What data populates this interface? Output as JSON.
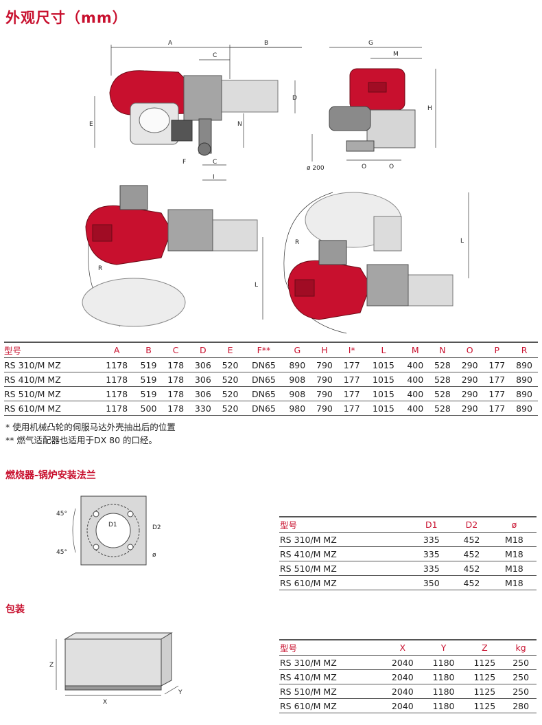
{
  "title": "外观尺寸（mm）",
  "drawing_labels": {
    "side": [
      "A",
      "B",
      "C",
      "D",
      "E",
      "N",
      "F",
      "C",
      "I"
    ],
    "front": [
      "G",
      "M",
      "H",
      "ø 200",
      "O",
      "O"
    ],
    "top": [
      "R",
      "L",
      "R",
      "L"
    ]
  },
  "dimensions_table": {
    "headers": [
      "型号",
      "A",
      "B",
      "C",
      "D",
      "E",
      "F**",
      "G",
      "H",
      "I*",
      "L",
      "M",
      "N",
      "O",
      "P",
      "R"
    ],
    "rows": [
      [
        "RS 310/M MZ",
        "1178",
        "519",
        "178",
        "306",
        "520",
        "DN65",
        "890",
        "790",
        "177",
        "1015",
        "400",
        "528",
        "290",
        "177",
        "890"
      ],
      [
        "RS 410/M MZ",
        "1178",
        "519",
        "178",
        "306",
        "520",
        "DN65",
        "908",
        "790",
        "177",
        "1015",
        "400",
        "528",
        "290",
        "177",
        "890"
      ],
      [
        "RS 510/M MZ",
        "1178",
        "519",
        "178",
        "306",
        "520",
        "DN65",
        "908",
        "790",
        "177",
        "1015",
        "400",
        "528",
        "290",
        "177",
        "890"
      ],
      [
        "RS 610/M MZ",
        "1178",
        "500",
        "178",
        "330",
        "520",
        "DN65",
        "980",
        "790",
        "177",
        "1015",
        "400",
        "528",
        "290",
        "177",
        "890"
      ]
    ]
  },
  "notes": [
    "*  使用机械凸轮的伺服马达外壳抽出后的位置",
    "** 燃气适配器也适用于DX 80 的口经。"
  ],
  "flange_section": {
    "title": "燃烧器-锅炉安装法兰",
    "drawing_labels": [
      "45°",
      "45°",
      "D1",
      "D2",
      "ø"
    ],
    "table": {
      "headers": [
        "型号",
        "D1",
        "D2",
        "ø"
      ],
      "rows": [
        [
          "RS 310/M MZ",
          "335",
          "452",
          "M18"
        ],
        [
          "RS 410/M MZ",
          "335",
          "452",
          "M18"
        ],
        [
          "RS 510/M MZ",
          "335",
          "452",
          "M18"
        ],
        [
          "RS 610/M MZ",
          "350",
          "452",
          "M18"
        ]
      ]
    }
  },
  "packaging_section": {
    "title": "包装",
    "drawing_labels": [
      "Z",
      "X",
      "Y"
    ],
    "table": {
      "headers": [
        "型号",
        "X",
        "Y",
        "Z",
        "kg"
      ],
      "rows": [
        [
          "RS 310/M MZ",
          "2040",
          "1180",
          "1125",
          "250"
        ],
        [
          "RS 410/M MZ",
          "2040",
          "1180",
          "1125",
          "250"
        ],
        [
          "RS 510/M MZ",
          "2040",
          "1180",
          "1125",
          "250"
        ],
        [
          "RS 610/M MZ",
          "2040",
          "1180",
          "1125",
          "280"
        ]
      ]
    }
  },
  "colors": {
    "accent": "#c8102e",
    "machine_grey": "#9a9a9a",
    "tube": "#d8d8d8"
  }
}
